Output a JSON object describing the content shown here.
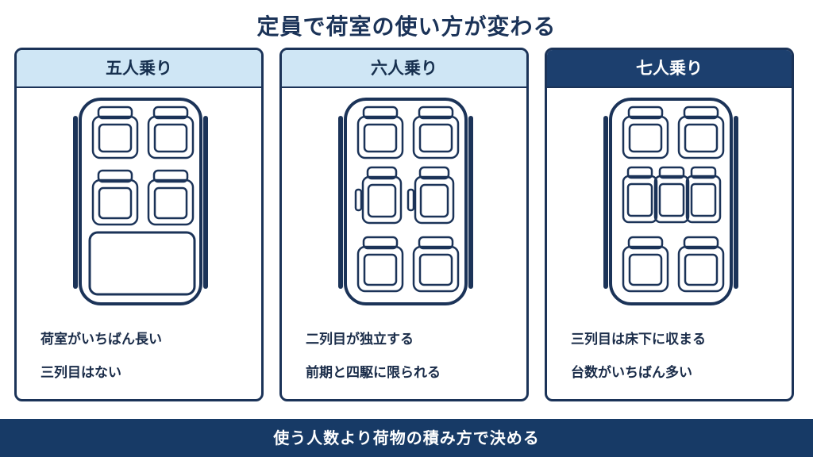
{
  "title": "定員で荷室の使い方が変わる",
  "cards": [
    {
      "label": "五人乗り",
      "caption1": "荷室がいちばん長い",
      "caption2": "三列目はない"
    },
    {
      "label": "六人乗り",
      "caption1": "二列目が独立する",
      "caption2": "前期と四駆に限られる"
    },
    {
      "label": "七人乗り",
      "caption1": "三列目は床下に収まる",
      "caption2": "台数がいちばん多い"
    }
  ],
  "footer": "使う人数より荷物の積み方で決める",
  "colors": {
    "navy": "#1b3358",
    "light_blue": "#cfe6f5",
    "dark_header": "#1c3f6e",
    "footer": "#173a66"
  }
}
